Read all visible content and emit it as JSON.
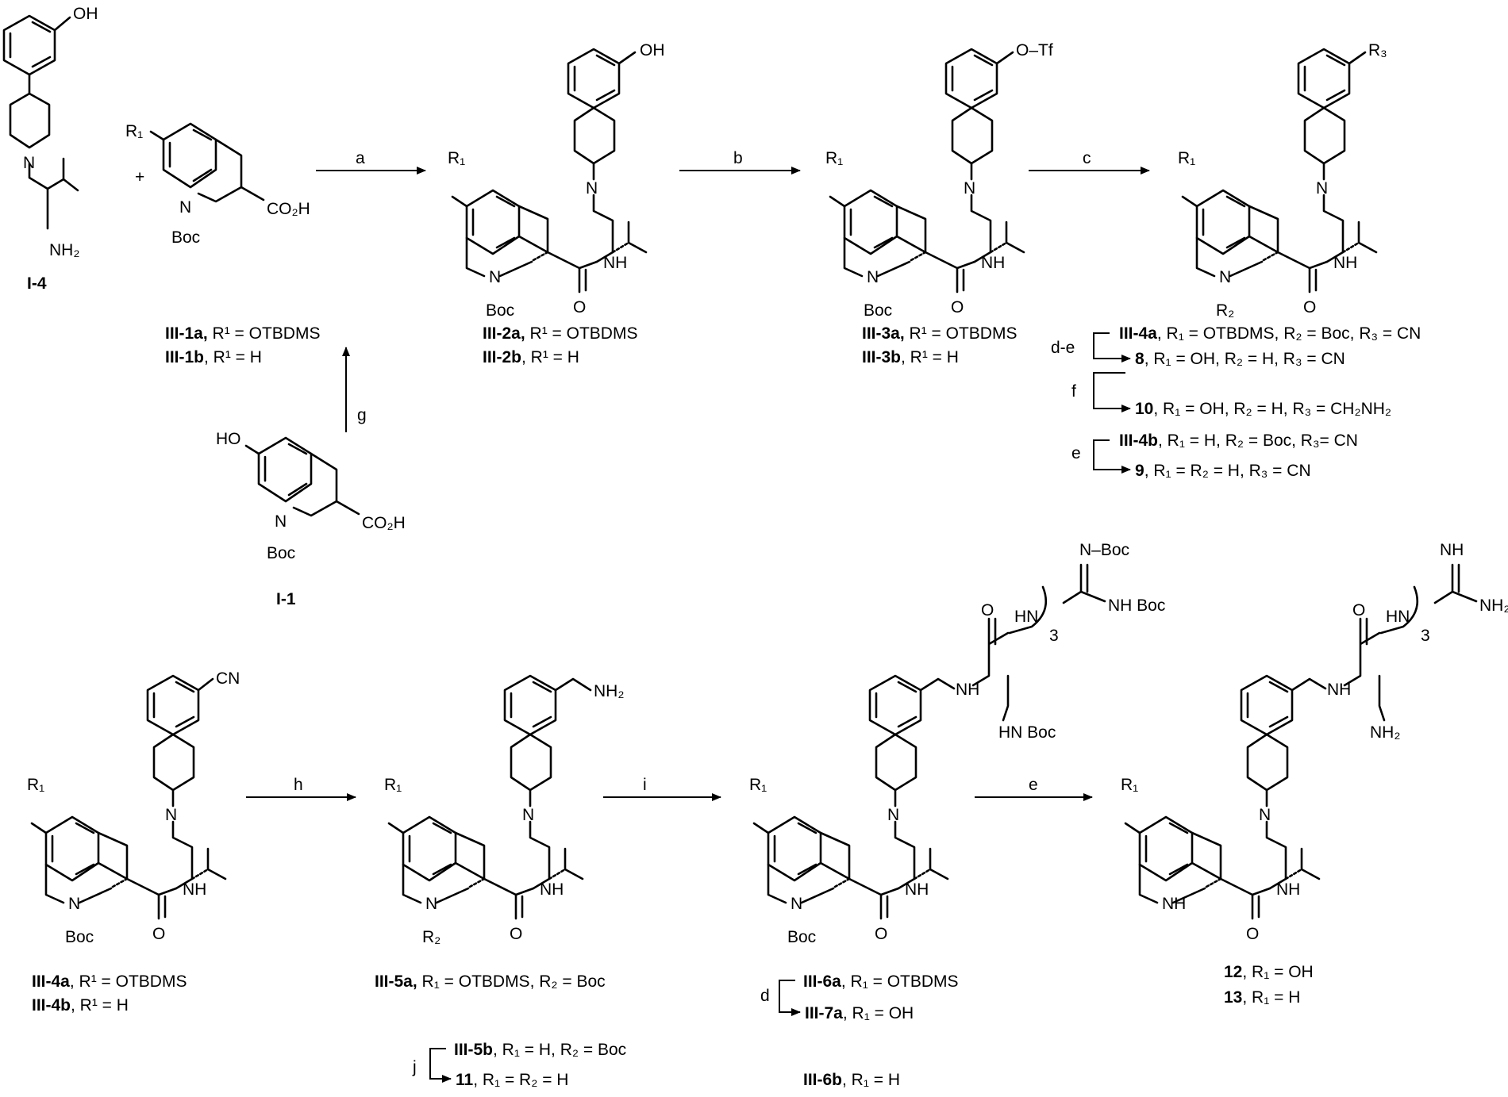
{
  "colors": {
    "ink": "#000000",
    "background": "#ffffff"
  },
  "reagents": {
    "a": "a",
    "b": "b",
    "c": "c",
    "de": "d-e",
    "f": "f",
    "e": "e",
    "g": "g",
    "h": "h",
    "i": "i",
    "d": "d",
    "j": "j"
  },
  "atoms": {
    "OH": "OH",
    "N": "N",
    "NH": "NH",
    "NH2": "NH₂",
    "Boc": "Boc",
    "CO2H": "CO₂H",
    "R1": "R₁",
    "R2": "R₂",
    "R3": "R₃",
    "OTf": "O–Tf",
    "CN": "CN",
    "HO": "HO",
    "plus": "+",
    "three": "3",
    "NBoc": "N–Boc",
    "HN": "HN",
    "H": "H",
    "NH_imine": "NH"
  },
  "compounds": {
    "I4": {
      "id": "I-4"
    },
    "I1": {
      "id": "I-1"
    },
    "III1a": {
      "id": "III-1a,",
      "desc": "R¹ = OTBDMS"
    },
    "III1b": {
      "id": "III-1b",
      "desc": ", R¹ = H"
    },
    "III2a": {
      "id": "III-2a,",
      "desc": "R¹ = OTBDMS"
    },
    "III2b": {
      "id": "III-2b",
      "desc": ", R¹ = H"
    },
    "III3a": {
      "id": "III-3a,",
      "desc": "R¹ = OTBDMS"
    },
    "III3b": {
      "id": "III-3b",
      "desc": ", R¹ = H"
    },
    "III4a_top": {
      "id": "III-4a",
      "desc": ", R₁ = OTBDMS, R₂ = Boc, R₃ = CN"
    },
    "c8": {
      "id": "8",
      "desc": ", R₁ = OH, R₂ = H, R₃ = CN"
    },
    "c10": {
      "id": "10",
      "desc": ", R₁ = OH, R₂ = H, R₃ = CH₂NH₂"
    },
    "III4b_top": {
      "id": "III-4b",
      "desc": ", R₁ = H, R₂ = Boc, R₃= CN"
    },
    "c9": {
      "id": "9",
      "desc": ", R₁ = R₂ = H, R₃ = CN"
    },
    "III4a": {
      "id": "III-4a",
      "desc": ", R¹ = OTBDMS"
    },
    "III4b": {
      "id": "III-4b",
      "desc": ", R¹ = H"
    },
    "III5a": {
      "id": "III-5a,",
      "desc": "R₁ = OTBDMS, R₂ = Boc"
    },
    "III5b": {
      "id": "III-5b",
      "desc": ", R₁ = H, R₂ = Boc"
    },
    "c11": {
      "id": "11",
      "desc": ", R₁ = R₂ = H"
    },
    "III6a": {
      "id": "III-6a",
      "desc": ", R₁ = OTBDMS"
    },
    "III7a": {
      "id": "III-7a",
      "desc": ", R₁ = OH"
    },
    "III6b": {
      "id": "III-6b",
      "desc": ", R₁ = H"
    },
    "c12": {
      "id": "12",
      "desc": ", R₁ = OH"
    },
    "c13": {
      "id": "13",
      "desc": ", R₁ = H"
    }
  }
}
